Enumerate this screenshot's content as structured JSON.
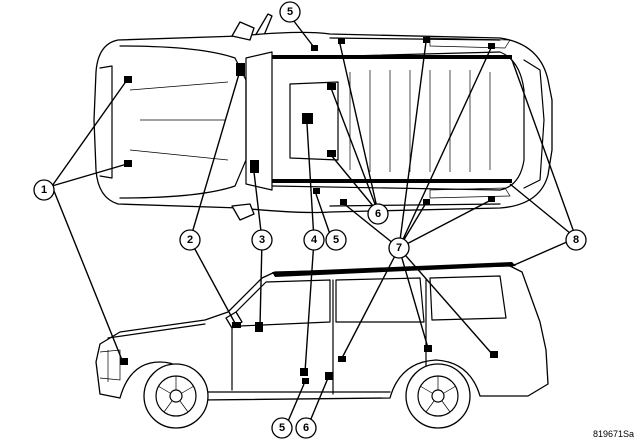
{
  "figure_id": "819671Sa",
  "callouts": [
    "1",
    "2",
    "3",
    "4",
    "5",
    "5",
    "6",
    "6",
    "7",
    "8"
  ],
  "colors": {
    "line": "#000000",
    "fill": "#ffffff",
    "marker": "#000000"
  }
}
